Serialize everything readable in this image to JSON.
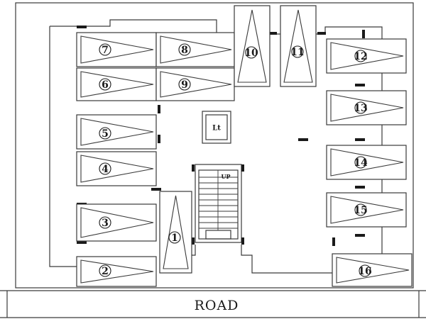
{
  "road": {
    "label": "ROAD"
  },
  "lift_mark": {
    "label": "Lt"
  },
  "stair_mark": {
    "label": "UP"
  },
  "parking_bays": [
    {
      "number": "1"
    },
    {
      "number": "2"
    },
    {
      "number": "3"
    },
    {
      "number": "4"
    },
    {
      "number": "5"
    },
    {
      "number": "6"
    },
    {
      "number": "7"
    },
    {
      "number": "8"
    },
    {
      "number": "9"
    },
    {
      "number": "10"
    },
    {
      "number": "11"
    },
    {
      "number": "12"
    },
    {
      "number": "13"
    },
    {
      "number": "14"
    },
    {
      "number": "15"
    },
    {
      "number": "16"
    }
  ]
}
